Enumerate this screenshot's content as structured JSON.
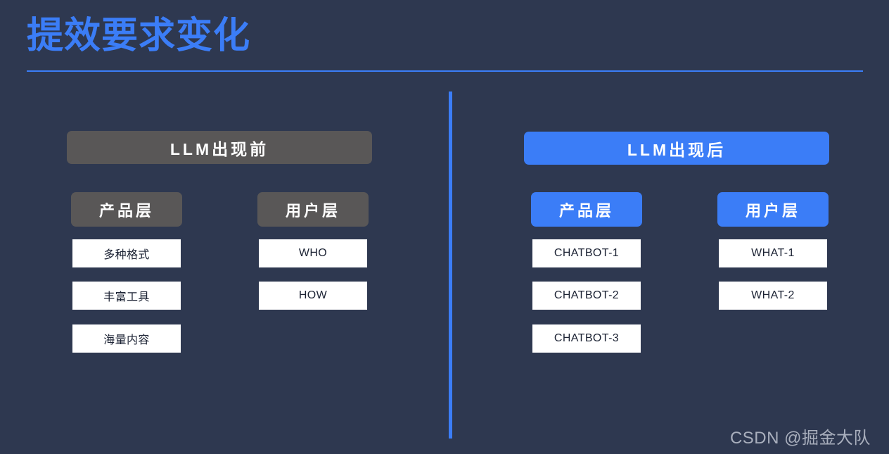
{
  "slide": {
    "title": "提效要求变化",
    "accent_color": "#3b7df7",
    "background_color": "#2e3850",
    "gray_color": "#595757",
    "watermark": "CSDN @掘金大队"
  },
  "panels": [
    {
      "id": "before",
      "header": "LLM出现前",
      "header_style": "gray",
      "columns": [
        {
          "id": "product",
          "label": "产品层",
          "items": [
            "多种格式",
            "丰富工具",
            "海量内容"
          ]
        },
        {
          "id": "user",
          "label": "用户层",
          "items": [
            "WHO",
            "HOW"
          ]
        }
      ]
    },
    {
      "id": "after",
      "header": "LLM出现后",
      "header_style": "blue",
      "columns": [
        {
          "id": "product",
          "label": "产品层",
          "items": [
            "CHATBOT-1",
            "CHATBOT-2",
            "CHATBOT-3"
          ]
        },
        {
          "id": "user",
          "label": "用户层",
          "items": [
            "WHAT-1",
            "WHAT-2"
          ]
        }
      ]
    }
  ]
}
